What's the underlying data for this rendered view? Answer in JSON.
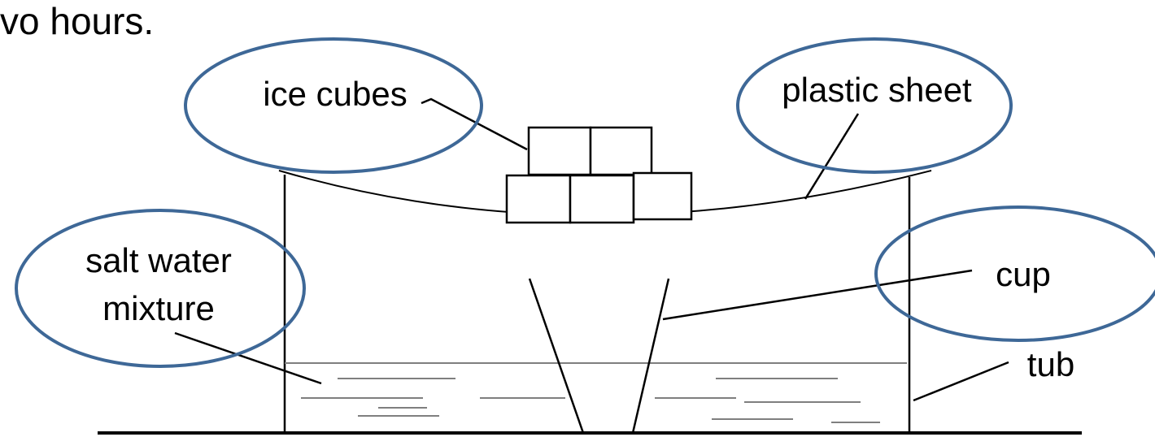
{
  "header": {
    "partial_text": "vo hours."
  },
  "labels": {
    "ice_cubes": "ice cubes",
    "plastic_sheet": "plastic sheet",
    "salt_water_line1": "salt water",
    "salt_water_line2": "mixture",
    "cup": "cup",
    "tub": "tub"
  },
  "colors": {
    "ink": "#000000",
    "ellipse_stroke": "#3E6897",
    "water_line": "#7f7f7f"
  }
}
